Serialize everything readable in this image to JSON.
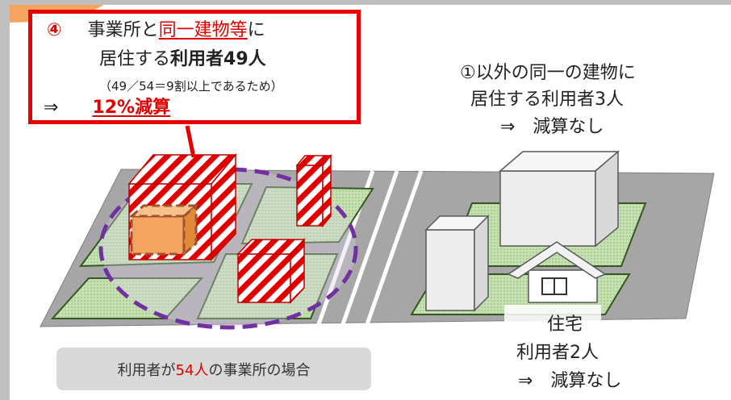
{
  "callout": {
    "number": "④",
    "line1_a": "事業所と",
    "line1_b": "同一建物等",
    "line1_c": "に",
    "line2_a": "居住する",
    "line2_b": "利用者49人",
    "line3": "（49／54＝9割以上であるため）",
    "arrow": "⇒",
    "reduction": "12%減算"
  },
  "right": {
    "line1": "①以外の同一の建物に",
    "line2": "居住する利用者3人",
    "line3": "⇒　減算なし"
  },
  "home": {
    "label": "住宅",
    "users": "利用者2人",
    "result": "⇒　減算なし"
  },
  "case": {
    "prefix": "利用者が",
    "count": "54人",
    "suffix": "の事業所の場合"
  },
  "colors": {
    "accent_red": "#e60000",
    "hatch_red": "#e00000",
    "ground_green": "#c6e0b4",
    "road_gray": "#a6a6a6",
    "ellipse_purple": "#7030a0",
    "orange": "#f4a460"
  }
}
